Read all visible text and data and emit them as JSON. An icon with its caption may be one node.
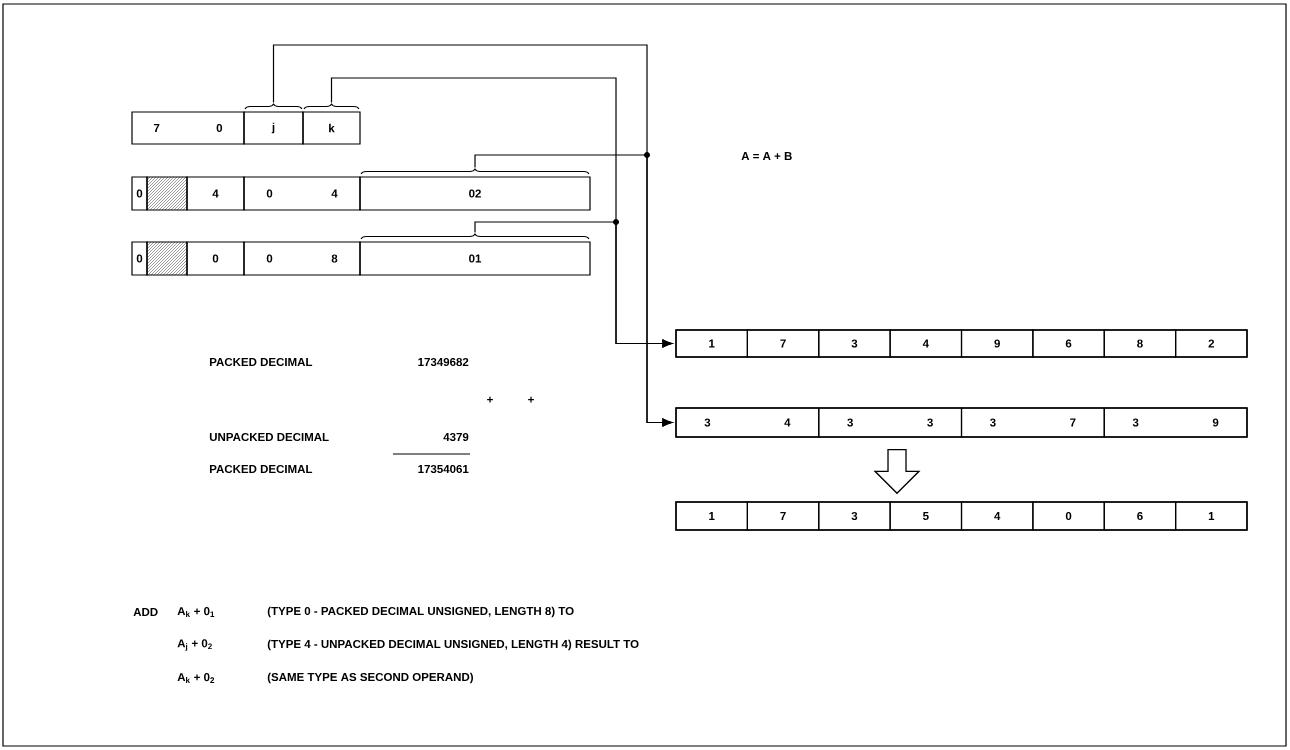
{
  "diagram": {
    "nodes": [
      {
        "text": [
          "7",
          "0"
        ]
      },
      {
        "text": [
          "j"
        ]
      },
      {
        "text": [
          "k"
        ]
      },
      {
        "text": [
          "0"
        ]
      },
      {
        "text": [],
        "shape": "box"
      },
      {
        "text": [
          "4"
        ]
      },
      {
        "text": [
          "0",
          "4"
        ]
      },
      {
        "text": [
          "02"
        ]
      },
      {
        "text": [
          "0"
        ]
      },
      {
        "text": [],
        "shape": "box"
      },
      {
        "text": [
          "0"
        ]
      },
      {
        "text": [
          "0",
          "8"
        ]
      },
      {
        "text": [
          "01"
        ]
      },
      {
        "text": [],
        "shape": "box"
      },
      {
        "text": [
          "1"
        ],
        "in": 13
      },
      {
        "text": [
          "7"
        ],
        "in": 13
      },
      {
        "text": [
          "3"
        ],
        "in": 13
      },
      {
        "text": [
          "4"
        ],
        "in": 13
      },
      {
        "text": [
          "9"
        ],
        "in": 13
      },
      {
        "text": [
          "6"
        ],
        "in": 13
      },
      {
        "text": [
          "8"
        ],
        "in": 13
      },
      {
        "text": [
          "2"
        ],
        "in": 13
      },
      {
        "text": [],
        "shape": "box"
      },
      {
        "text": [
          "3",
          "4"
        ],
        "in": 22
      },
      {
        "text": [
          "3",
          "3"
        ],
        "in": 22
      },
      {
        "text": [
          "3",
          "7"
        ],
        "in": 22
      },
      {
        "text": [
          "3",
          "9"
        ],
        "in": 22
      },
      {
        "text": [],
        "shape": "box"
      },
      {
        "text": [
          "1"
        ],
        "in": 27
      },
      {
        "text": [
          "7"
        ],
        "in": 27
      },
      {
        "text": [
          "3"
        ],
        "in": 27
      },
      {
        "text": [
          "5"
        ],
        "in": 27
      },
      {
        "text": [
          "4"
        ],
        "in": 27
      },
      {
        "text": [
          "0"
        ],
        "in": 27
      },
      {
        "text": [
          "6"
        ],
        "in": 27
      },
      {
        "text": [
          "1"
        ],
        "in": 27
      }
    ],
    "edges": [
      {
        "from": 1,
        "to": 22,
        "arrow": "to"
      },
      {
        "from": 2,
        "to": 13,
        "arrow": "to"
      },
      {
        "from": 7,
        "to": 22,
        "arrow": "to"
      },
      {
        "from": 12,
        "to": 13,
        "arrow": "to"
      },
      {
        "from": 22,
        "to": 27,
        "arrow": "to",
        "style": "thick"
      }
    ],
    "labels": [
      "A = A + B",
      "PACKED DECIMAL",
      "17349682",
      "+",
      "+",
      "UNPACKED DECIMAL",
      "4379",
      "PACKED DECIMAL",
      "17354061",
      "ADD",
      "A$_{k}$ + 0$_{1}$",
      "(TYPE 0 - PACKED DECIMAL UNSIGNED, LENGTH 8) TO",
      "A$_{j}$ + 0$_{2}$",
      "(TYPE 4 - UNPACKED DECIMAL UNSIGNED, LENGTH 4) RESULT TO",
      "A$_{k}$ + 0$_{2}$",
      "(SAME TYPE AS SECOND OPERAND)"
    ]
  }
}
